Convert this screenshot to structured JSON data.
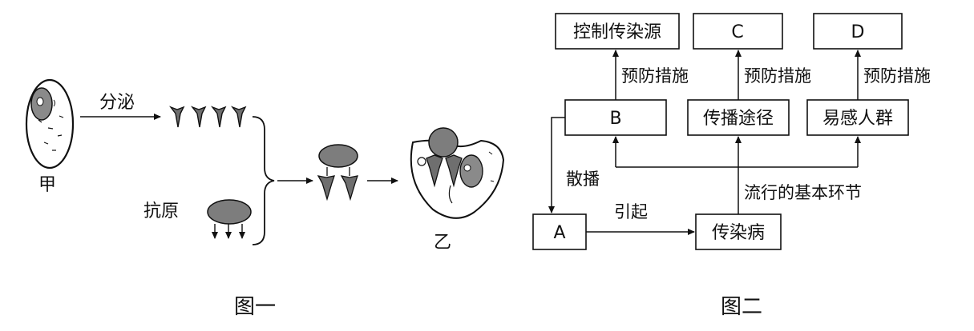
{
  "figure1": {
    "caption": "图一",
    "cell_label": "甲",
    "secrete_label": "分泌",
    "antigen_label": "抗原",
    "result_label": "乙"
  },
  "figure2": {
    "caption": "图二",
    "boxes": {
      "control_source": "控制传染源",
      "c": "C",
      "d": "D",
      "b": "B",
      "route": "传播途径",
      "susceptible": "易感人群",
      "a": "A",
      "disease": "传染病"
    },
    "prevention_label_1": "预防措施",
    "prevention_label_2": "预防措施",
    "prevention_label_3": "预防措施",
    "spread_label": "散播",
    "cause_label": "引起",
    "basic_links_label": "流行的基本环节"
  }
}
